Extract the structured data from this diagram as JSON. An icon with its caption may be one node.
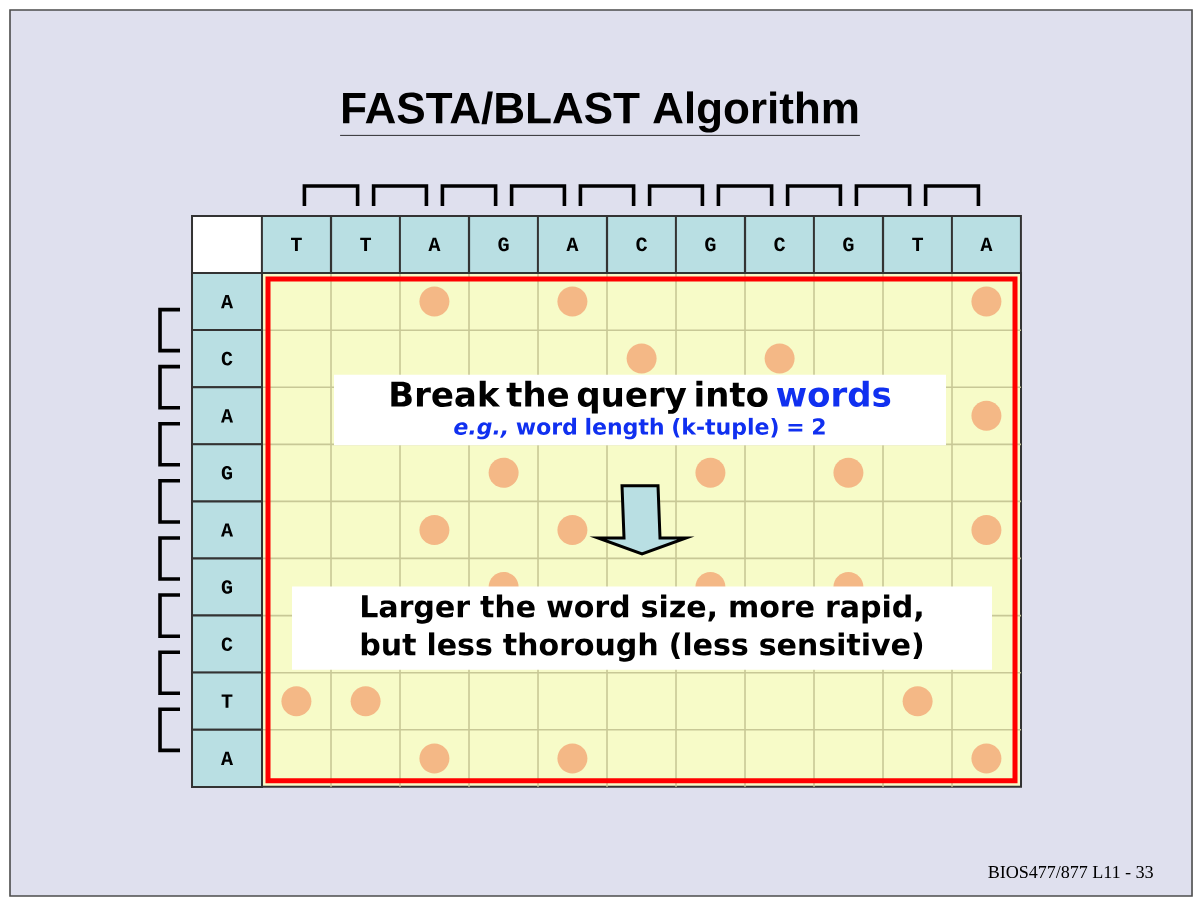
{
  "diagram": {
    "title": "FASTA/BLAST Algorithm",
    "nodes": [
      {
        "text": [
          "Break the query into",
          "words",
          "*e.g.,* word length (k-tuple) = 2"
        ]
      },
      {
        "text": [
          "Larger the word size, more rapid, but less thorough (less sensitive)"
        ]
      }
    ],
    "edges": [
      {
        "from": 0,
        "to": 1,
        "arrow": "to"
      }
    ],
    "labels": [
      "T",
      "T",
      "A",
      "G",
      "A",
      "C",
      "G",
      "C",
      "G",
      "T",
      "A",
      "A",
      "C",
      "A",
      "G",
      "A",
      "G",
      "C",
      "T",
      "A",
      "BIOS477/877 L11 - 33"
    ]
  }
}
